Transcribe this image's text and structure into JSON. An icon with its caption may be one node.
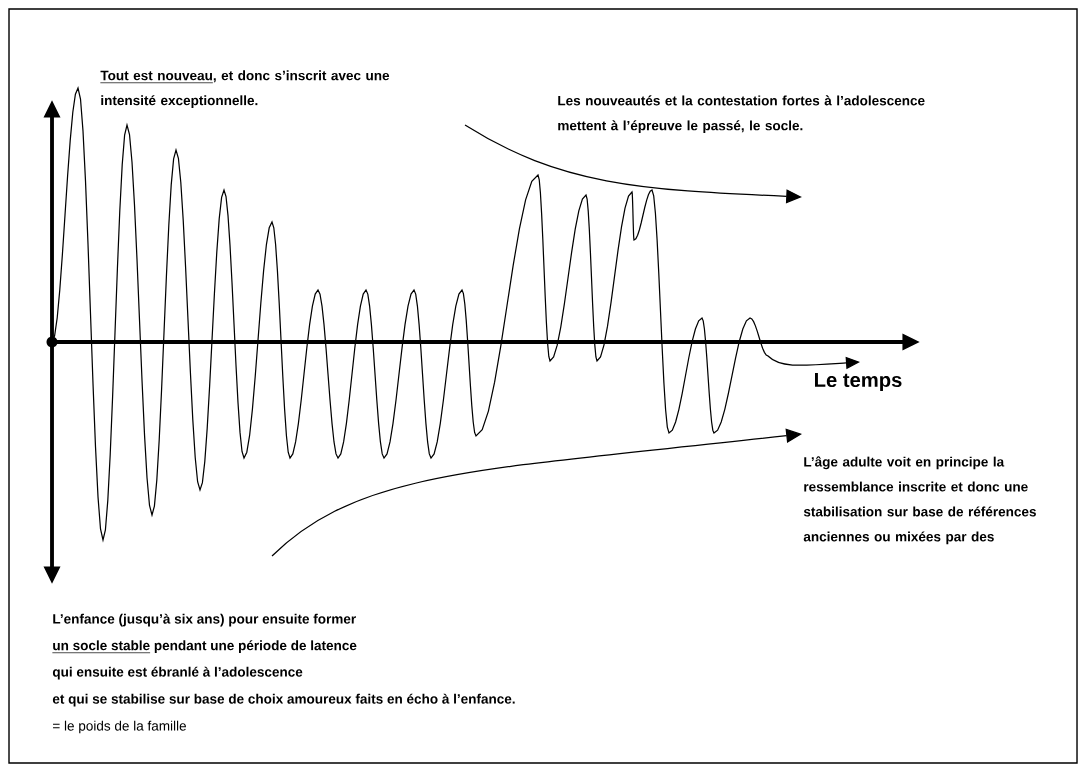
{
  "diagram": {
    "labels": [
      "Tout est nouveau",
      ", et donc s’inscrit avec une intensité exceptionnelle.",
      "Les nouveautés et la contestation fortes à l’adolescence mettent à l’épreuve le passé, le socle.",
      "Le temps",
      "L’âge adulte voit en principe la ressemblance inscrite et donc une stabilisation sur base de références anciennes ou mixées par des",
      "L’enfance (jusqu’à six ans) pour ensuite former",
      "un socle stable",
      "pendant une période de latence",
      "qui ensuite est ébranlé à l’adolescence",
      "et qui se stabilise sur base de choix amoureux faits en écho à l’enfance.",
      "= le poids de la famille"
    ]
  }
}
